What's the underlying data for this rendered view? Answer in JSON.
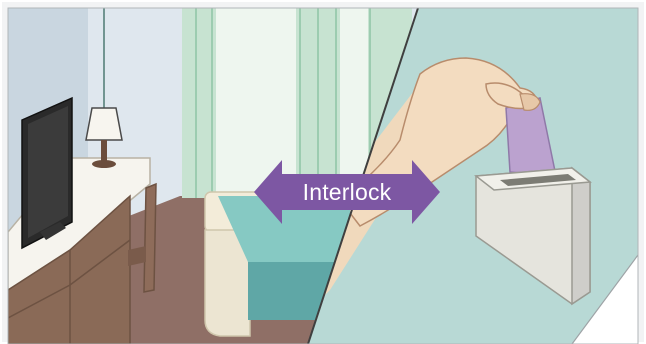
{
  "badge": {
    "label": "Interlock",
    "color": "#7d57a3"
  },
  "scene": {
    "left": "hotel-room",
    "right": "key-card-switch"
  },
  "icons": {
    "arrow": "double-headed-arrow-icon",
    "card": "key-card-icon",
    "lamp": "table-lamp-icon",
    "tv": "television-icon"
  }
}
